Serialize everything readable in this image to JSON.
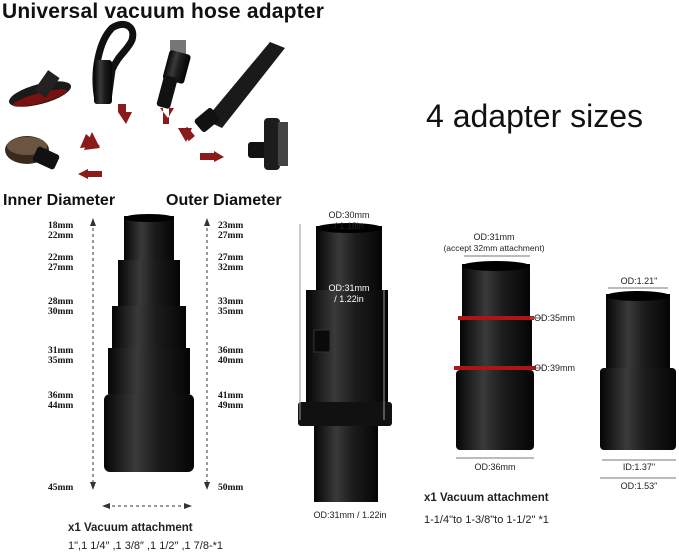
{
  "title": "Universal vacuum hose adapter",
  "sizes_heading": "4 adapter sizes",
  "adapter1": {
    "inner_heading": "Inner Diameter",
    "outer_heading": "Outer Diameter",
    "inner_mm": [
      "18mm",
      "22mm",
      "22mm",
      "27mm",
      "28mm",
      "30mm",
      "31mm",
      "35mm",
      "36mm",
      "44mm",
      "45mm"
    ],
    "outer_mm": [
      "23mm",
      "27mm",
      "27mm",
      "32mm",
      "33mm",
      "35mm",
      "36mm",
      "40mm",
      "41mm",
      "49mm",
      "50mm"
    ],
    "caption_line1": "x1 Vacuum attachment",
    "caption_line2": "1\",1 1/4″ ,1 3/8″ ,1 1/2″ ,1 7/8-*1"
  },
  "adapter2": {
    "od_top": "OD:30mm",
    "od_top_in": "/ 1.18in",
    "od_mid": "OD:31mm",
    "od_mid_in": "/ 1.22in",
    "od_bottom": "OD:31mm / 1.22in"
  },
  "adapter3": {
    "od_top": "OD:31mm",
    "od_top_note": "(accept 32mm attachment)",
    "od_35": "OD:35mm",
    "od_39": "OD:39mm",
    "od_36": "OD:36mm",
    "caption_line1": "x1 Vacuum attachment",
    "caption_line2": "1-1/4\"to 1-3/8\"to 1-1/2\"  *1"
  },
  "adapter4": {
    "od_top": "OD:1.21\"",
    "id_bottom": "ID:1.37\"",
    "od_bottom": "OD:1.53\""
  },
  "colors": {
    "plastic": "#141414",
    "arrow": "#8b1a1a",
    "red_band": "#b01515"
  }
}
